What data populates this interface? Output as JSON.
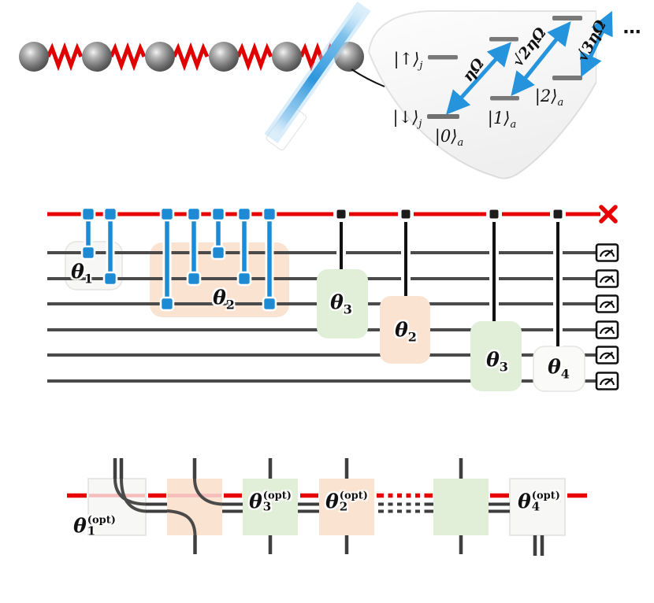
{
  "colors": {
    "bus_red": "#e80000",
    "spring_red": "#e00000",
    "wire_gray": "#4a4a4a",
    "level_gray": "#787878",
    "control_blue": "#1d8ad4",
    "laser_blue": "#2e97dd",
    "box_peach": "#fbe3d2",
    "box_green": "#e1efd9",
    "box_white": "#f7f7f6",
    "pink_line": "#f6bdbd"
  },
  "panel_a": {
    "ion_count": 6
  },
  "panel_b": {
    "kets": [
      {
        "ket": "|↑⟩",
        "sub": "j"
      },
      {
        "ket": "|↓⟩",
        "sub": "j"
      },
      {
        "ket": "|0⟩",
        "sub": "a"
      },
      {
        "ket": "|1⟩",
        "sub": "a"
      },
      {
        "ket": "|2⟩",
        "sub": "a"
      }
    ],
    "couplings": [
      "ηΩ",
      "√2ηΩ",
      "√3ηΩ"
    ],
    "ellipsis": "⋯"
  },
  "panel_c": {
    "qubit_wires": 6,
    "gates": [
      {
        "g": "θ",
        "sub": "1"
      },
      {
        "g": "θ",
        "sub": "2"
      },
      {
        "g": "θ",
        "sub": "3"
      },
      {
        "g": "θ",
        "sub": "2"
      },
      {
        "g": "θ",
        "sub": "3"
      },
      {
        "g": "θ",
        "sub": "4"
      }
    ]
  },
  "panel_d": {
    "sup": "(opt)",
    "gates": [
      {
        "g": "θ",
        "sub": "1"
      },
      {
        "g": "θ",
        "sub": "3"
      },
      {
        "g": "θ",
        "sub": "2"
      },
      {
        "g": "θ",
        "sub": "4"
      }
    ]
  }
}
